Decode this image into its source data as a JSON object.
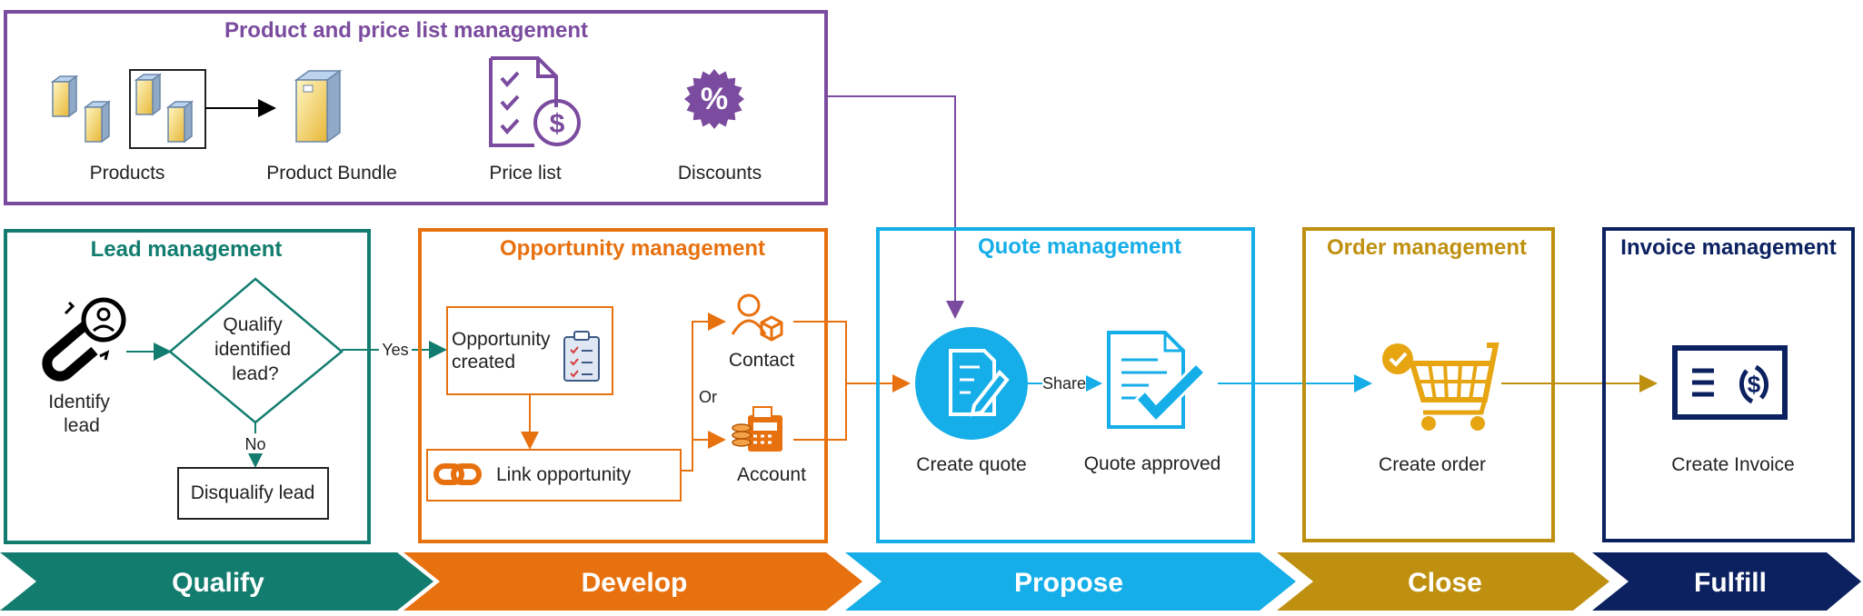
{
  "colors": {
    "purple": "#7a4b9e",
    "teal": "#127d6f",
    "orange": "#e8710f",
    "blue": "#16aee8",
    "gold": "#bf9010",
    "navy": "#0c2160"
  },
  "product": {
    "title": "Product and price list management",
    "products": "Products",
    "bundle": "Product Bundle",
    "pricelist": "Price list",
    "discounts": "Discounts",
    "discount_symbol": "%"
  },
  "lead": {
    "title": "Lead management",
    "identify": [
      "Identify",
      "lead"
    ],
    "qualify": [
      "Qualify",
      "identified",
      "lead?"
    ],
    "yes": "Yes",
    "no": "No",
    "disqualify": "Disqualify lead"
  },
  "opportunity": {
    "title": "Opportunity management",
    "created": [
      "Opportunity",
      "created"
    ],
    "link": "Link opportunity",
    "contact": "Contact",
    "or": "Or",
    "account": "Account"
  },
  "quote": {
    "title": "Quote management",
    "create": "Create quote",
    "share": "Share",
    "approved": "Quote approved"
  },
  "order": {
    "title": "Order management",
    "create": "Create order"
  },
  "invoice": {
    "title": "Invoice management",
    "create": "Create Invoice"
  },
  "stages": [
    "Qualify",
    "Develop",
    "Propose",
    "Close",
    "Fulfill"
  ]
}
